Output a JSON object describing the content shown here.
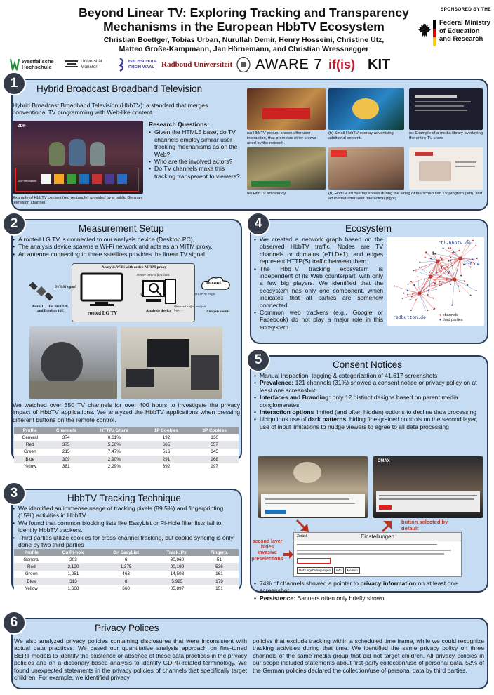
{
  "header": {
    "title": "Beyond Linear TV: Exploring Tracking and Transparency Mechanisms in the European HbbTV Ecosystem",
    "authors": "Christian Boettger, Tobias Urban, Nurullah Demir, Henry Hosseini, Christine Utz, Matteo Große-Kampmann, Jan Hörnemann, and Christian Wressnegger",
    "sponsor_label": "SPONSORED BY THE",
    "ministry": [
      "Federal Ministry",
      "of Education",
      "and Research"
    ],
    "flag_colors": [
      "#000000",
      "#dd0000",
      "#ffce00"
    ],
    "logos": {
      "westfaelische": [
        "Westfälische",
        "Hochschule"
      ],
      "muenster": [
        "Universität",
        "Münster"
      ],
      "rheinwaal": [
        "HOCHSCHULE",
        "RHEIN-WAAL"
      ],
      "radboud": "Radboud Universiteit",
      "aware": "AWARE 7",
      "ifis": "if(is)",
      "kit": "KIT"
    }
  },
  "s1": {
    "num": "1",
    "title": "Hybrid Broadcast Broadband Television",
    "intro": "Hybrid Broadcast Broadband Television (HbbTV): a standard that merges conventional TV programming with Web-like content.",
    "rq_title": "Research Questions:",
    "rq": [
      "Given the HTML5 base, do TV channels employ similar user tracking mechanisms as on the Web?",
      "Who are the involved actors?",
      "Do TV channels make this tracking transparent to viewers?"
    ],
    "img_caption": "Example of HbbTV content (red rectangle) provided by a public German television channel.",
    "tv_logo": "ZDF",
    "tv_sublabel": "ZDFmediathek",
    "captions": [
      "(a) HbbTV popup, shown after user interaction, that promotes other shows aired by the network.",
      "(b) Small HbbTV overlay advertising additional content.",
      "(c) Example of a media library overlaying the entire TV show.",
      "(e) HbbTV ad overlay.",
      "(b) HbbTV ad overlay shown during the airing of the scheduled TV program (left), and ad loaded after user interaction (right)."
    ]
  },
  "s2": {
    "num": "2",
    "title": "Measurement Setup",
    "bullets": [
      "A rooted LG TV is connected to our analysis device (Desktop PC),",
      "The analysis device spawns a Wi-Fi network and acts as an MITM proxy.",
      "An antenna connecting to three satellites provides the linear TV signal."
    ],
    "diagram": {
      "box_title": "Analysis WiFi with active MITM proxy",
      "remote": "remote control functions",
      "hbbtv": "HbbTV content",
      "tv_label": "rooted LG TV",
      "analysis_label": "Analysis device",
      "internet": "Internet",
      "dvbs": "DVB-S2 signal",
      "https": "HTTP(S) traffic",
      "observed": "Observed traffic, analysis logs, ...",
      "results": "Analysis results",
      "satellites": "Astra 1L, Hot Bird 13E, and Eutelsat 16E"
    },
    "after": "We watched over 350 TV channels for over 400 hours to investigate the privacy impact of HbbTV applications. We analyzed the HbbTV applications when pressing different buttons on the remote control.",
    "table": {
      "headers": [
        "Profile",
        "Channels",
        "HTTPs Share",
        "1P Cookies",
        "3P Cookies"
      ],
      "rows": [
        [
          "General",
          "374",
          "0.61%",
          "192",
          "130"
        ],
        [
          "Red",
          "375",
          "5.56%",
          "665",
          "557"
        ],
        [
          "Green",
          "215",
          "7.47%",
          "516",
          "345"
        ],
        [
          "Blue",
          "309",
          "2.90%",
          "291",
          "268"
        ],
        [
          "Yellow",
          "381",
          "2.29%",
          "392",
          "297"
        ]
      ]
    }
  },
  "s3": {
    "num": "3",
    "title": "HbbTV Tracking Technique",
    "bullets": [
      "We identified an immense usage of tracking pixels (89.5%) and fingerprinting (15%) activities in HbbTV.",
      "We found that common blocking lists like EasyList or Pi-Hole filter lists fail to identify HbbTV trackers.",
      "Third parties utilize cookies for cross-channel tracking, but cookie syncing is only done by two third parties"
    ],
    "table": {
      "headers": [
        "Profile",
        "On Pi-hole",
        "On EasyList",
        "Track. Pxl",
        "Fingerp."
      ],
      "rows": [
        [
          "General",
          "203",
          "6",
          "80,960",
          "51"
        ],
        [
          "Red",
          "2,120",
          "1,375",
          "90,199",
          "536"
        ],
        [
          "Green",
          "1,051",
          "463",
          "14,593",
          "161"
        ],
        [
          "Blue",
          "313",
          "8",
          "5,925",
          "179"
        ],
        [
          "Yellow",
          "1,668",
          "660",
          "85,897",
          "151"
        ]
      ]
    }
  },
  "s4": {
    "num": "4",
    "title": "Ecosystem",
    "bullets": [
      "We created a network graph based on the observed HbbTV traffic. Nodes are TV channels or domains (eTLD+1), and edges represent HTTP(S) traffic between them.",
      "The HbbTV tracking ecosystem is independent of its Web counterpart, with only a few big players. We identified that the ecosystem has only one component, which indicates that all parties are somehow connected.",
      "Common web trackers (e.g., Google or Facebook) do not play a major role in this ecosystem."
    ],
    "graph": {
      "labels": [
        "rtl-hbbtv.de",
        "ard.de",
        "redbutton.de"
      ],
      "legend": [
        "channels",
        "third parties"
      ],
      "colors": {
        "channel": "#c0392b",
        "third": "#2c4a8a",
        "edge_red": "#d9534f",
        "edge_blue": "#5b7bbd"
      }
    }
  },
  "s5": {
    "num": "5",
    "title": "Consent Notices",
    "b1": "Manual inspection, tagging & categorization of 41,617 screenshots",
    "b2_strong": "Prevalence:",
    "b2": " 121 channels (31%) showed a consent notice or privacy policy on at least one screenshot",
    "b3_strong": "Interfaces and Branding:",
    "b3": " only 12 distinct designs based on parent media conglomerates",
    "b4_strong": "Interaction options",
    "b4": " limited (and often hidden) options to decline data processing",
    "b5_pre": "Ubiquitous use of ",
    "b5_strong": "dark patterns",
    "b5": ": hiding fine-grained controls on the second layer, use of input limitations to nudge viewers to agree to all data processing",
    "ann_left": "second layer hides invasive preselections",
    "ann_right": "button selected by default",
    "dialog_title": "Einstellungen",
    "dialog_back": "Zurück",
    "dialog_buttons": [
      "Nutzungsbedingungen",
      "Info",
      "Merken"
    ],
    "dmax": "DMAX",
    "b6_pre": "74% of channels showed a pointer to ",
    "b6_strong": "privacy information",
    "b6": " on at least one screenshot",
    "b7_strong": "Persistence:",
    "b7": " Banners often only briefly shown"
  },
  "s6": {
    "num": "6",
    "title": "Privacy Polices",
    "col1": "We also analyzed privacy policies containing disclosures that were inconsistent with actual data practices. We based our quantitative analysis approach on fine-tuned BERT models to identify the existence or absence of these data practices in the privacy policies and on a dictionary-based analysis to identify GDPR-related terminology. We found unexpected statements in the privacy policies of channels that specifically target children. For example, we identified privacy",
    "col2": "policies that exclude tracking within a scheduled time frame, while we could recognize tracking activities during that time. We identified the same privacy policy on three channels of the same media group that did not target children. All privacy policies in our scope included statements about first-party collection/use of personal data. 52% of the German policies declared the collection/use of personal data by third parties."
  },
  "colors": {
    "panel": "#c6dcf2",
    "badge": "#333b49",
    "accent_red": "#c0392b"
  }
}
